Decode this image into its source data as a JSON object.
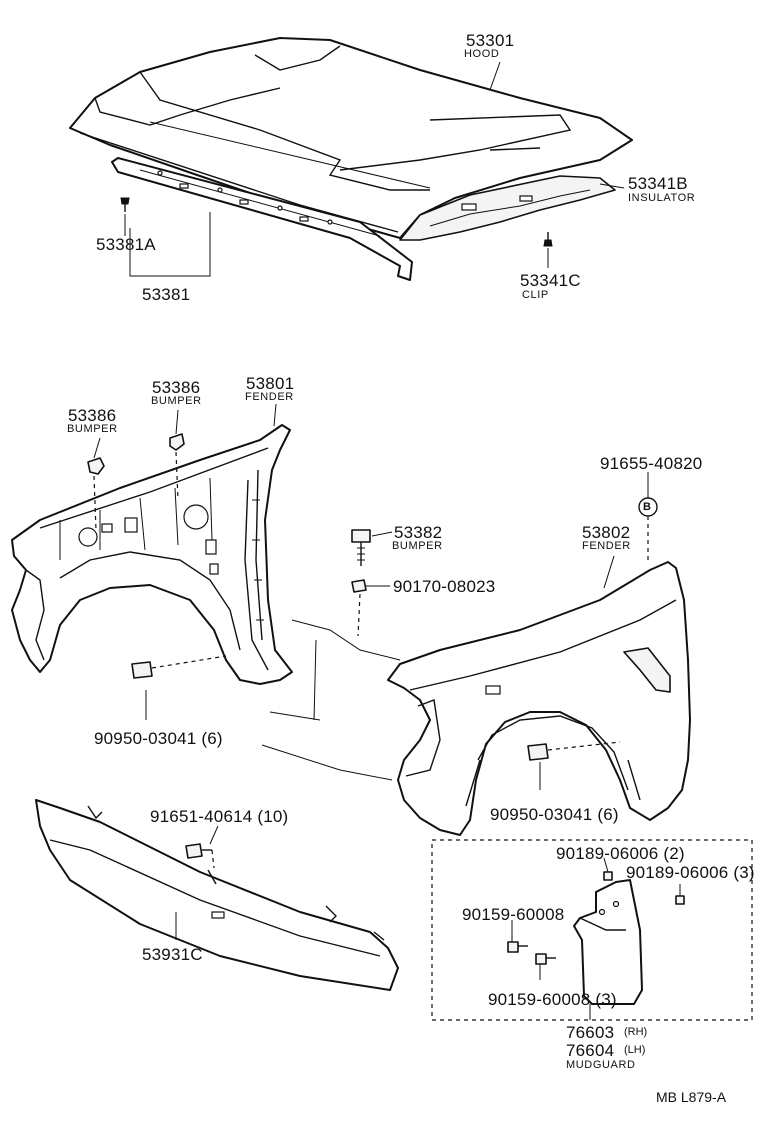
{
  "labels": {
    "hood_num": "53301",
    "hood_name": "HOOD",
    "insulator_num": "53341B",
    "insulator_name": "INSULATOR",
    "clip_num": "53341C",
    "clip_name": "CLIP",
    "seal_clip_num": "53381A",
    "seal_num": "53381",
    "bumper_lh_num": "53386",
    "bumper_lh_name": "BUMPER",
    "bumper_rh_num": "53386",
    "bumper_rh_name": "BUMPER",
    "fender_lh_num": "53801",
    "fender_lh_name": "FENDER",
    "bolt_b_num": "91655-40820",
    "bolt_b_mark": "B",
    "hood_bumper_num": "53382",
    "hood_bumper_name": "BUMPER",
    "nut_num": "90170-08023",
    "fender_rh_num": "53802",
    "fender_rh_name": "FENDER",
    "retainer_lh_num": "90950-03041 (6)",
    "retainer_rh_num": "90950-03041 (6)",
    "bolt_apron_num": "91651-40614 (10)",
    "apron_num": "53931C",
    "screw_a_num": "90189-06006 (2)",
    "screw_b_num": "90189-06006 (3)",
    "screw_c_num": "90159-60008",
    "screw_d_num": "90159-60008 (3)",
    "mudguard_rh_num": "76603",
    "mudguard_rh_side": "(RH)",
    "mudguard_lh_num": "76604",
    "mudguard_lh_side": "(LH)",
    "mudguard_name": "MUDGUARD",
    "footer_code": "MB  L879-A"
  }
}
